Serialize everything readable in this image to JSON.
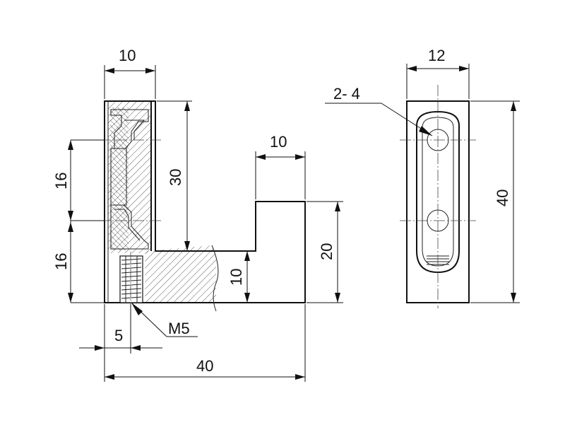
{
  "dimensions": {
    "front_width_top": "10",
    "front_height_30": "30",
    "front_pitch_upper": "16",
    "front_pitch_lower": "16",
    "step_width": "10",
    "step_height": "20",
    "base_thickness": "10",
    "thread_offset": "5",
    "overall_length": "40",
    "side_width": "12",
    "side_height": "40"
  },
  "callouts": {
    "thread": "M5",
    "holes": "2- 4"
  }
}
